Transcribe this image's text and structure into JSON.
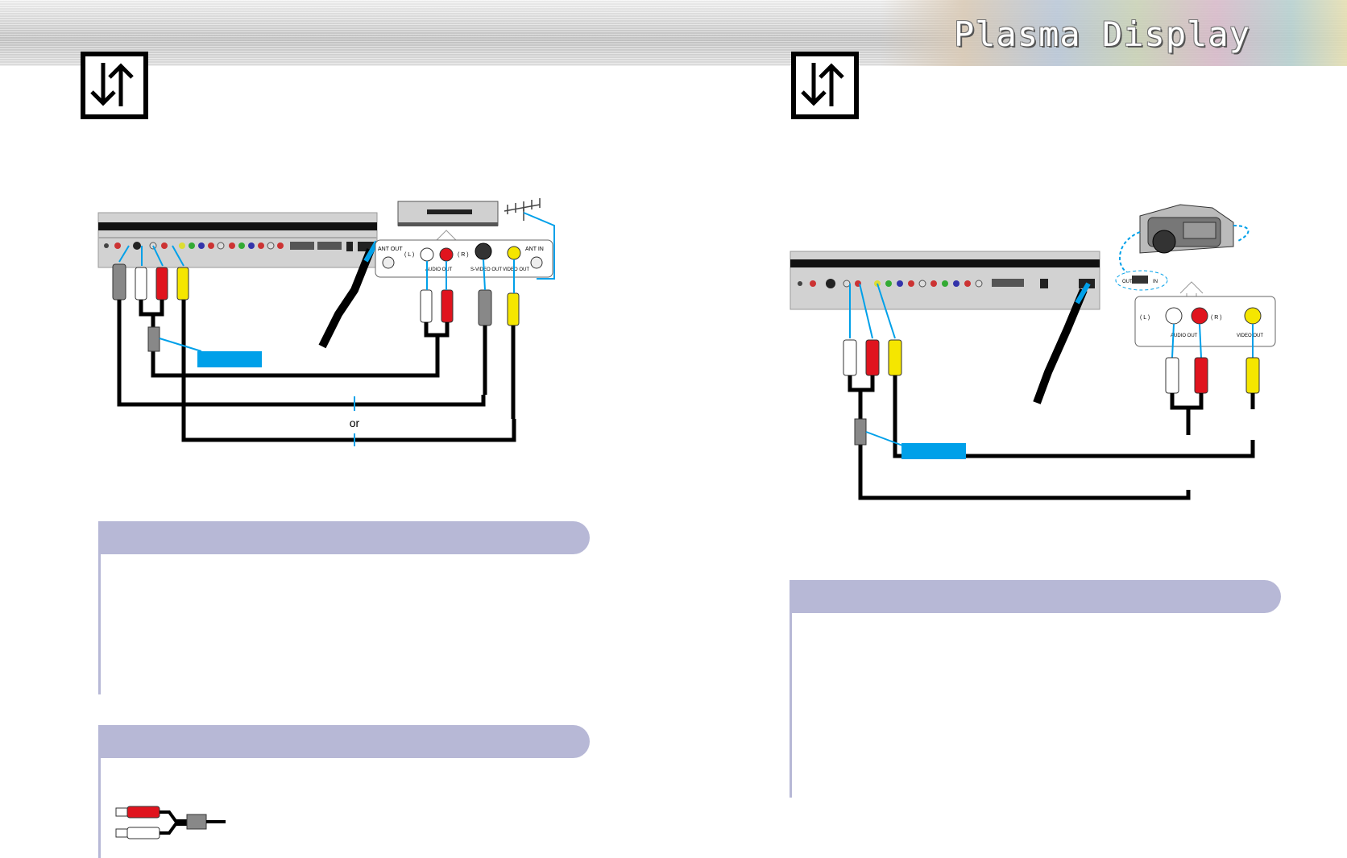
{
  "header": {
    "title": "Plasma Display"
  },
  "left_diagram": {
    "or_label": "or",
    "vcr_panel": {
      "ant_out": "ANT OUT",
      "left": "( L )",
      "right": "( R )",
      "audio_out": "AUDIO OUT",
      "svideo_out": "S-VIDEO OUT",
      "video_out": "VIDEO OUT",
      "ant_in": "ANT IN"
    }
  },
  "right_diagram": {
    "camcorder_panel": {
      "left": "( L )",
      "right": "( R )",
      "audio_out": "AUDIO OUT",
      "video_out": "VIDEO OUT",
      "switch_out": "OUT",
      "switch_in": "IN"
    }
  },
  "colors": {
    "accent_blue": "#00a0e9",
    "section_bar": "#b7b8d6",
    "cable_red": "#e0141e",
    "cable_yellow": "#f5e600"
  }
}
